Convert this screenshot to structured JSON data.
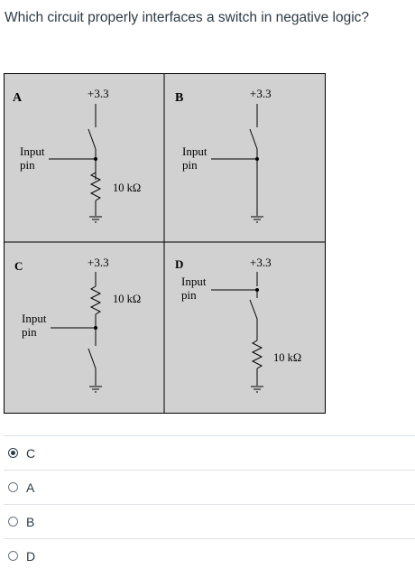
{
  "question": "Which circuit properly interfaces a switch in negative logic?",
  "figure": {
    "panels": [
      {
        "letter": "A",
        "voltage": "+3.3",
        "pin_line1": "Input",
        "pin_line2": "pin",
        "resistor": "10 kΩ"
      },
      {
        "letter": "B",
        "voltage": "+3.3",
        "pin_line1": "Input",
        "pin_line2": "pin"
      },
      {
        "letter": "C",
        "voltage": "+3.3",
        "pin_line1": "Input",
        "pin_line2": "pin",
        "resistor": "10 kΩ"
      },
      {
        "letter": "D",
        "voltage": "+3.3",
        "pin_line1": "Input",
        "pin_line2": "pin",
        "resistor": "10 kΩ"
      }
    ]
  },
  "options": [
    {
      "label": "C",
      "selected": true
    },
    {
      "label": "A",
      "selected": false
    },
    {
      "label": "B",
      "selected": false
    },
    {
      "label": "D",
      "selected": false
    }
  ]
}
